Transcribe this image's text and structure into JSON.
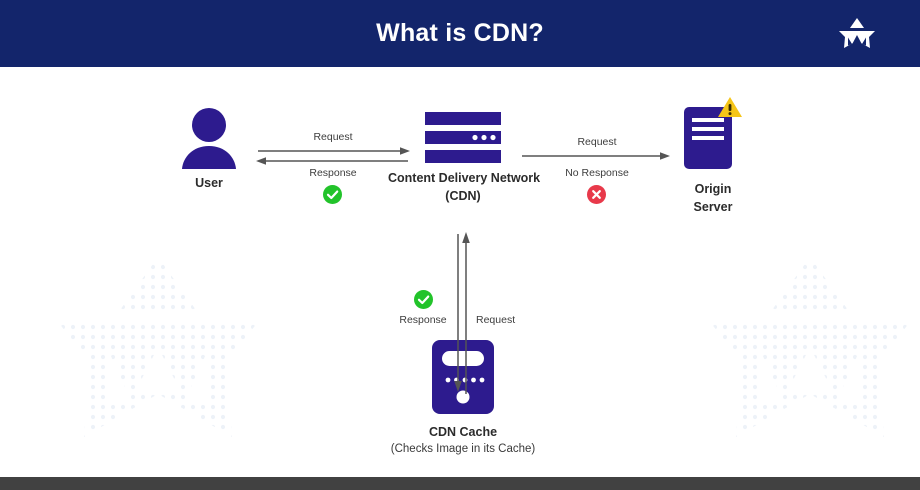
{
  "header": {
    "title": "What is CDN?",
    "logo_icon": "crown-logo-icon",
    "bg_color": "#13256b"
  },
  "colors": {
    "brand_dark_blue": "#13256b",
    "node_purple": "#2d1b8e",
    "success_green": "#22c32a",
    "error_red": "#e8394a",
    "warning_yellow": "#f5c518",
    "arrow_gray": "#555555",
    "footer_gray": "#414141",
    "watermark_blue": "#eef3f8"
  },
  "diagram": {
    "nodes": {
      "user": {
        "label": "User",
        "icon": "user-avatar-icon"
      },
      "cdn": {
        "label": "Content Delivery Network",
        "sublabel": "(CDN)",
        "icon": "server-rack-icon"
      },
      "origin": {
        "label_line1": "Origin",
        "label_line2": "Server",
        "icon": "document-server-icon",
        "badge_icon": "warning-triangle-icon"
      },
      "cache": {
        "label": "CDN Cache",
        "sublabel": "(Checks Image in its Cache)",
        "icon": "cache-device-icon"
      }
    },
    "flows": {
      "user_to_cdn": {
        "top_label": "Request",
        "bottom_label": "Response",
        "status_icon": "green-check-circle-icon",
        "status": "success"
      },
      "cdn_to_origin": {
        "top_label": "Request",
        "bottom_label": "No Response",
        "status_icon": "red-x-circle-icon",
        "status": "error"
      },
      "cdn_to_cache": {
        "left_label": "Response",
        "right_label": "Request",
        "status_icon": "green-check-circle-icon",
        "status": "success"
      }
    }
  }
}
